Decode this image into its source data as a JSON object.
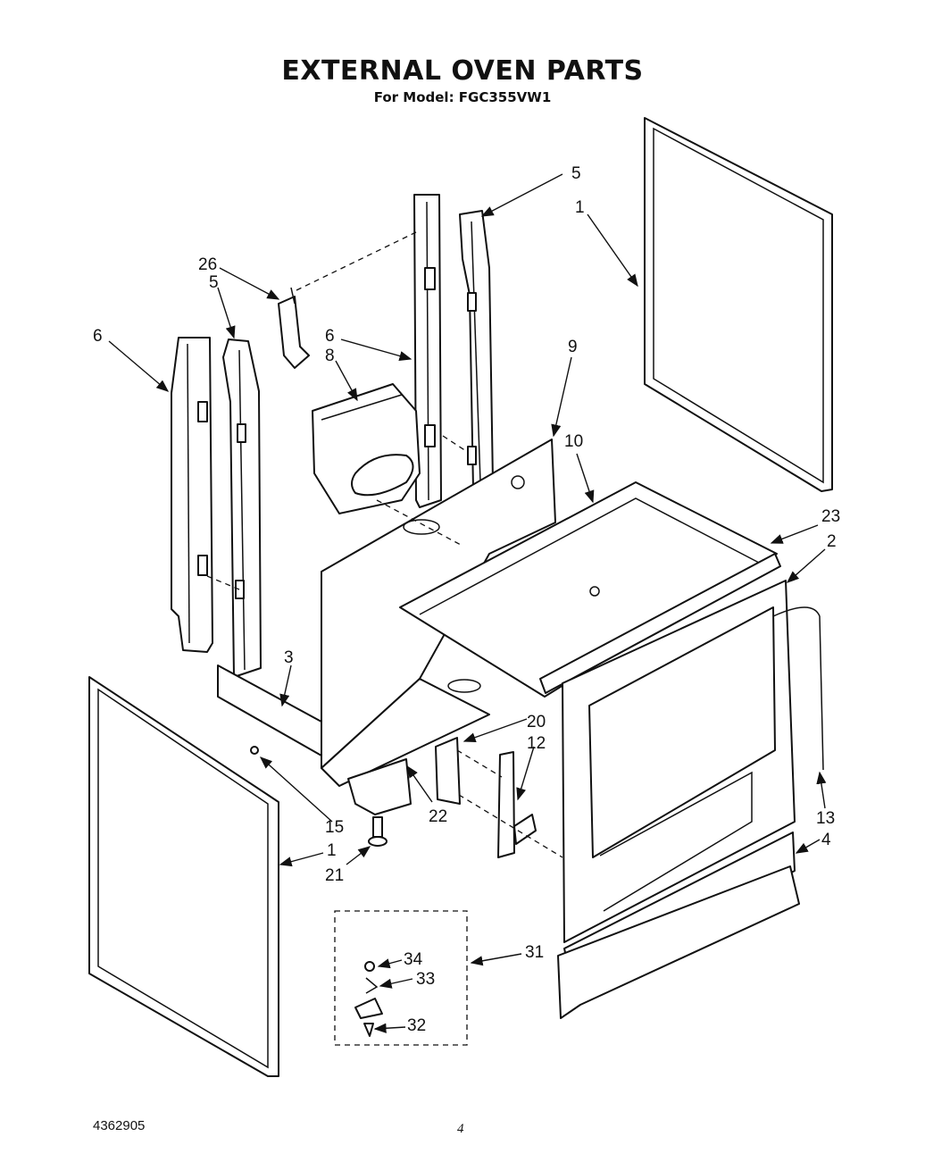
{
  "title": "EXTERNAL OVEN PARTS",
  "subtitle": "For Model: FGC355VW1",
  "doc_number": "4362905",
  "page_number": "4",
  "callouts": [
    "5",
    "1",
    "26",
    "5",
    "6",
    "6",
    "8",
    "9",
    "10",
    "23",
    "2",
    "3",
    "20",
    "12",
    "15",
    "22",
    "13",
    "1",
    "21",
    "4",
    "34",
    "31",
    "33",
    "32"
  ]
}
